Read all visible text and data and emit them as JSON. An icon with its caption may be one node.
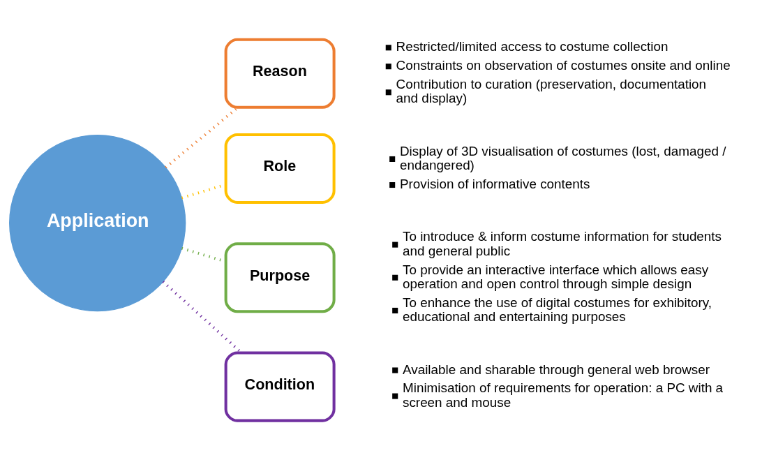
{
  "diagram": {
    "nodes": [
      {
        "text": [
          "Application"
        ]
      },
      {
        "text": [
          "Reason"
        ],
        "beside": [
          "Restricted/limited access to costume collection",
          "Constraints on observation of costumes onsite and online",
          "Contribution to curation (preservation, documentation and display)"
        ]
      },
      {
        "text": [
          "Role"
        ],
        "beside": [
          "Display of 3D visualisation of costumes (lost, damaged / endangered)",
          "Provision of informative contents"
        ]
      },
      {
        "text": [
          "Purpose"
        ],
        "beside": [
          "To introduce & inform costume information for students and general public",
          "To provide an interactive interface which allows easy operation and open control through simple design",
          "To enhance the use of digital costumes for exhibitory, educational and entertaining purposes"
        ]
      },
      {
        "text": [
          "Condition"
        ],
        "beside": [
          "Available and sharable through general web browser",
          "Minimisation of requirements for operation: a PC with a screen and mouse"
        ]
      }
    ],
    "edges": [
      {
        "from": 0,
        "to": 1,
        "arrow": "none",
        "style": "dashed",
        "color": "#ed7d31"
      },
      {
        "from": 0,
        "to": 2,
        "arrow": "none",
        "style": "dashed",
        "color": "#ffc000"
      },
      {
        "from": 0,
        "to": 3,
        "arrow": "none",
        "style": "dashed",
        "color": "#70ad47"
      },
      {
        "from": 0,
        "to": 4,
        "arrow": "none",
        "style": "dashed",
        "color": "#7030a0"
      }
    ]
  }
}
